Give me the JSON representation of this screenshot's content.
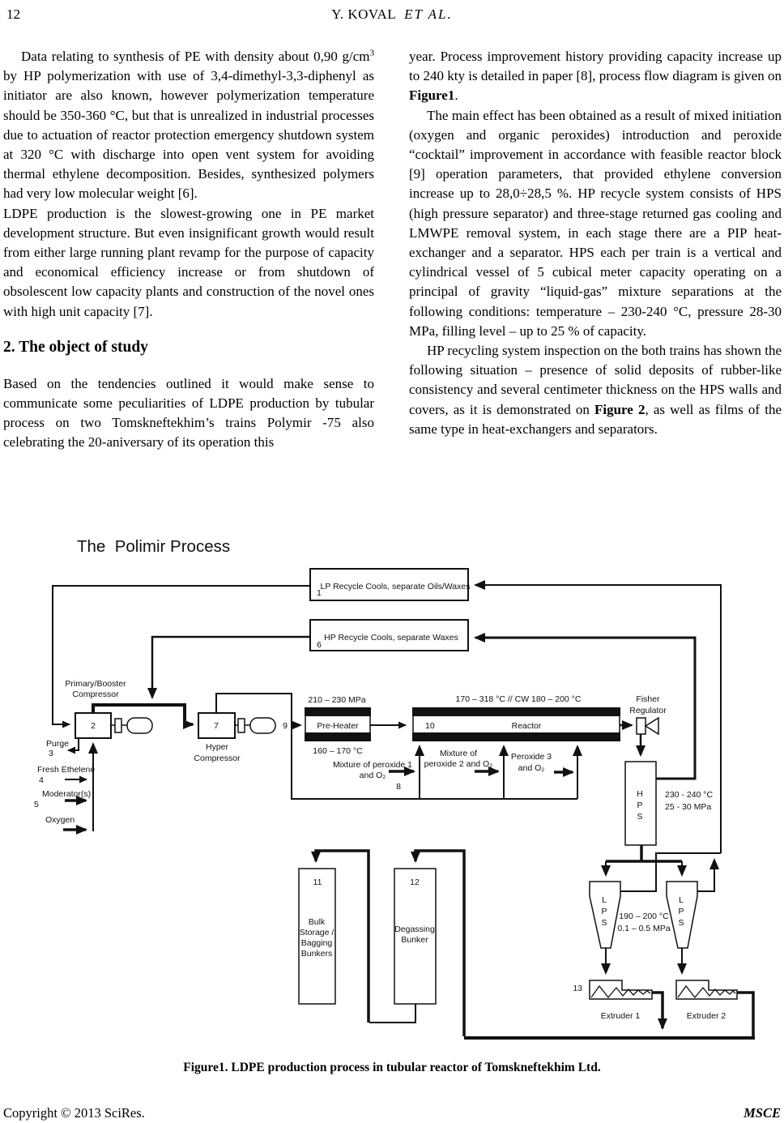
{
  "header": {
    "page_number": "12",
    "title_name": "Y. KOVAL",
    "title_etal": "ET  AL."
  },
  "columns": {
    "left": {
      "p1": {
        "pre": "Data relating to synthesis of PE with density about 0,90 g/cm",
        "sup": "3",
        "post": " by HP polymerization with use of 3,4-dimethyl-3,3-diphenyl as initiator are also known, however polymerization temperature should be 350-360 °C, but that is unrealized in industrial processes due to actuation of reactor protection emergency shutdown system at 320 °C with discharge into open vent system for avoiding thermal ethylene decomposition. Besides, synthesized polymers had very low molecular weight [6]."
      },
      "p2": "LDPE production is the slowest-growing one in PE market development structure. But even insignificant growth would result from either large running plant revamp for the purpose of capacity and economical efficiency increase or from shutdown of obsolescent low capacity plants and construction of the novel ones with high unit capacity [7].",
      "heading": "2. The object of study",
      "p3": "Based on the tendencies outlined it would make sense to communicate some peculiarities of LDPE production by tubular process on two Tomskneftekhim’s trains Polymir -75 also celebrating the 20-aniversary of its operation this"
    },
    "right": {
      "p4": {
        "pre": "year. Process improvement history providing capacity increase up to 240 kty is detailed in paper [8], process flow diagram is given on ",
        "bold": "Figure1",
        "post": "."
      },
      "p5": "The main effect has been obtained as a result of mixed initiation (oxygen and organic peroxides) introduction and peroxide “cocktail” improvement in accordance with feasible reactor block [9] operation parameters, that provided ethylene conversion increase up to 28,0÷28,5 %. HP recycle system consists of HPS (high pressure separator) and three-stage returned gas cooling and LMWPE removal system, in each stage there are a PIP heat-exchanger and a separator. HPS each per train is a vertical and cylindrical vessel of 5 cubical meter capacity operating on a principal of gravity “liquid-gas” mixture separations at the following conditions: temperature – 230-240 °C, pressure 28-30 MPa, filling level – up to 25 % of capacity.",
      "p6": {
        "pre": "HP recycling system inspection on the both trains has shown the following situation – presence of solid deposits of rubber-like consistency and several centimeter thickness on the HPS walls and covers, as it is demonstrated on ",
        "bold": "Figure 2",
        "post": ", as well as films of the same type in heat-exchangers and separators."
      }
    }
  },
  "diagram": {
    "labels": {
      "title": "The  Polimir Process",
      "n1": "1",
      "box1": "LP Recycle Cools, separate Oils/Waxes",
      "n6": "6",
      "box6": "HP Recycle Cools, separate Waxes",
      "primary1": "Primary/Booster",
      "primary2": "Compressor",
      "n2": "2",
      "purge": "Purge",
      "n3": "3",
      "fresh": "Fresh Ethelene",
      "n4": "4",
      "moderators": "Moderator(s)",
      "n5": "5",
      "oxygen": "Oxygen",
      "n7": "7",
      "hyper1": "Hyper",
      "hyper2": "Compressor",
      "n9": "9",
      "preheater_mpa": "210 – 230 MPa",
      "preheater": "Pre-Heater",
      "preheater_temp": "160 – 170 °C",
      "reactor_temp": "170 – 318 °C // CW 180 – 200 °C",
      "n10": "10",
      "reactor": "Reactor",
      "mix1a": "Mixture of peroxide 1",
      "mix1b": "and O₂",
      "n8": "8",
      "mix2a": "Mixture of",
      "mix2b": "peroxide 2 and O₂",
      "mix3a": "Peroxide 3",
      "mix3b": "and O₂",
      "fisher1": "Fisher",
      "fisher2": "Regulator",
      "hps1": "H",
      "hps2": "P",
      "hps3": "S",
      "hps_temp": "230 - 240 °C",
      "hps_press": "25 - 30 MPa",
      "lps1": "L",
      "lps2": "P",
      "lps3": "S",
      "lps_temp": "190 – 200 °C",
      "lps_press": "0.1 – 0.5 MPa",
      "n11": "11",
      "bulk1": "Bulk",
      "bulk2": "Storage /",
      "bulk3": "Bagging",
      "bulk4": "Bunkers",
      "n12": "12",
      "degas1": "Degassing",
      "degas2": "Bunker",
      "n13": "13",
      "extruder1": "Extruder 1",
      "extruder2": "Extruder 2"
    }
  },
  "caption": "Figure1. LDPE production process in tubular reactor of Tomskneftekhim Ltd.",
  "footer": {
    "left": "Copyright © 2013 SciRes.",
    "right": "MSCE"
  }
}
